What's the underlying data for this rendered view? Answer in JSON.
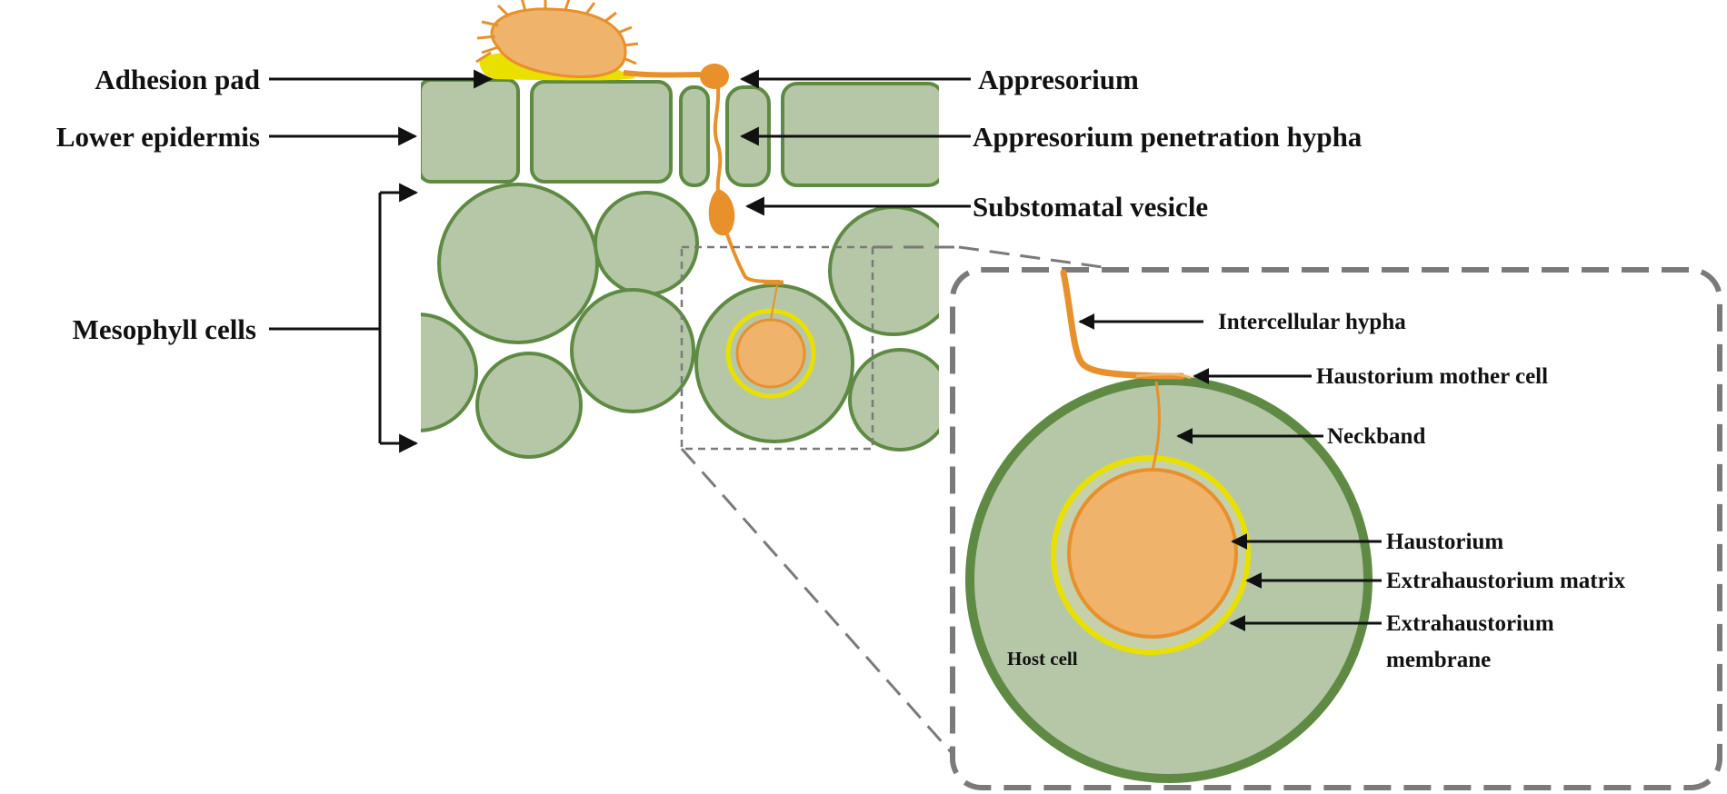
{
  "labels": {
    "adhesion_pad": "Adhesion pad",
    "lower_epidermis": "Lower epidermis",
    "mesophyll_cells": "Mesophyll cells",
    "appresorium": "Appresorium",
    "appresorium_penetration_hypha": "Appresorium penetration hypha",
    "substomatal_vesicle": "Substomatal vesicle",
    "intercellular_hypha": "Intercellular hypha",
    "haustorium_mother_cell": "Haustorium mother cell",
    "neckband": "Neckband",
    "haustorium": "Haustorium",
    "extrahaustorium_matrix": "Extrahaustorium matrix",
    "extrahaustorium_membrane_line1": "Extrahaustorium",
    "extrahaustorium_membrane_line2": "membrane",
    "host_cell": "Host cell"
  },
  "colors": {
    "cell_fill": "#b5c7a7",
    "cell_stroke": "#5e8a43",
    "fungus_orange": "#e8902a",
    "spore_fill": "#f0b36b",
    "adhesion_yellow": "#e9e000",
    "dashed_gray": "#7a7a7a"
  }
}
